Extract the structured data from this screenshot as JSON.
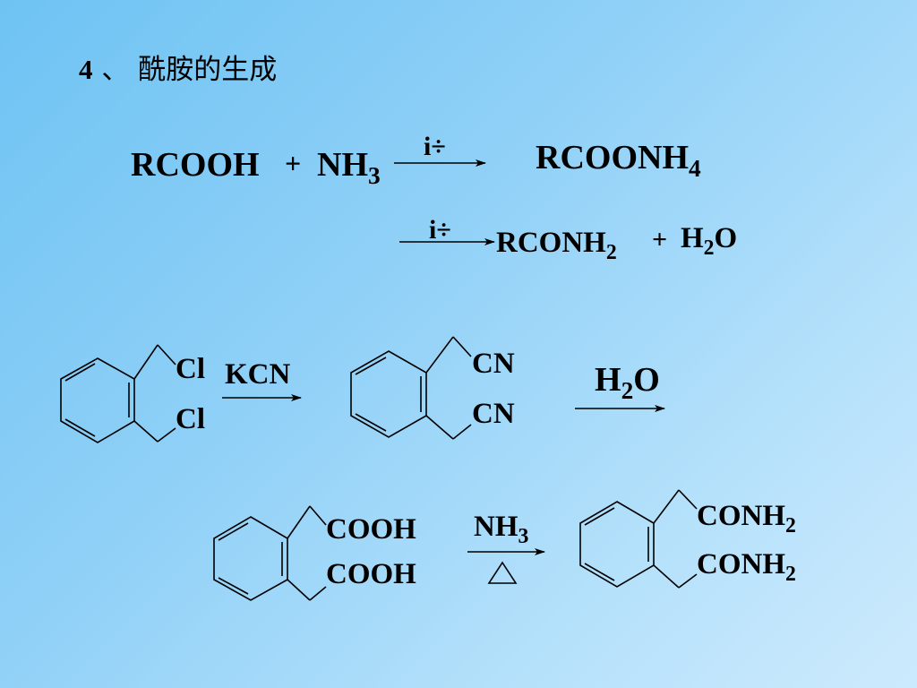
{
  "title": {
    "number": "4",
    "sep": "、",
    "text": "酰胺的生成"
  },
  "reaction1": {
    "reactant1": "RCOOH",
    "plus": "+",
    "reactant2_main": "NH",
    "reactant2_sub": "3",
    "arrow_symbol": "i÷",
    "product_main": "RCOONH",
    "product_sub": "4"
  },
  "reaction2": {
    "arrow_symbol": "i÷",
    "product_main": "RCONH",
    "product_sub": "2",
    "plus": "+",
    "water_h": "H",
    "water_sub": "2",
    "water_o": "O"
  },
  "scheme": {
    "sm1_top": "Cl",
    "sm1_bottom": "Cl",
    "reagent1": "KCN",
    "int1_top": "CN",
    "int1_bottom": "CN",
    "reagent2_h": "H",
    "reagent2_sub": "2",
    "reagent2_o": "O",
    "int2_top": "COOH",
    "int2_bottom": "COOH",
    "reagent3_main": "NH",
    "reagent3_sub": "3",
    "reagent3_condition": "△",
    "prod_top_main": "CONH",
    "prod_top_sub": "2",
    "prod_bottom_main": "CONH",
    "prod_bottom_sub": "2"
  }
}
